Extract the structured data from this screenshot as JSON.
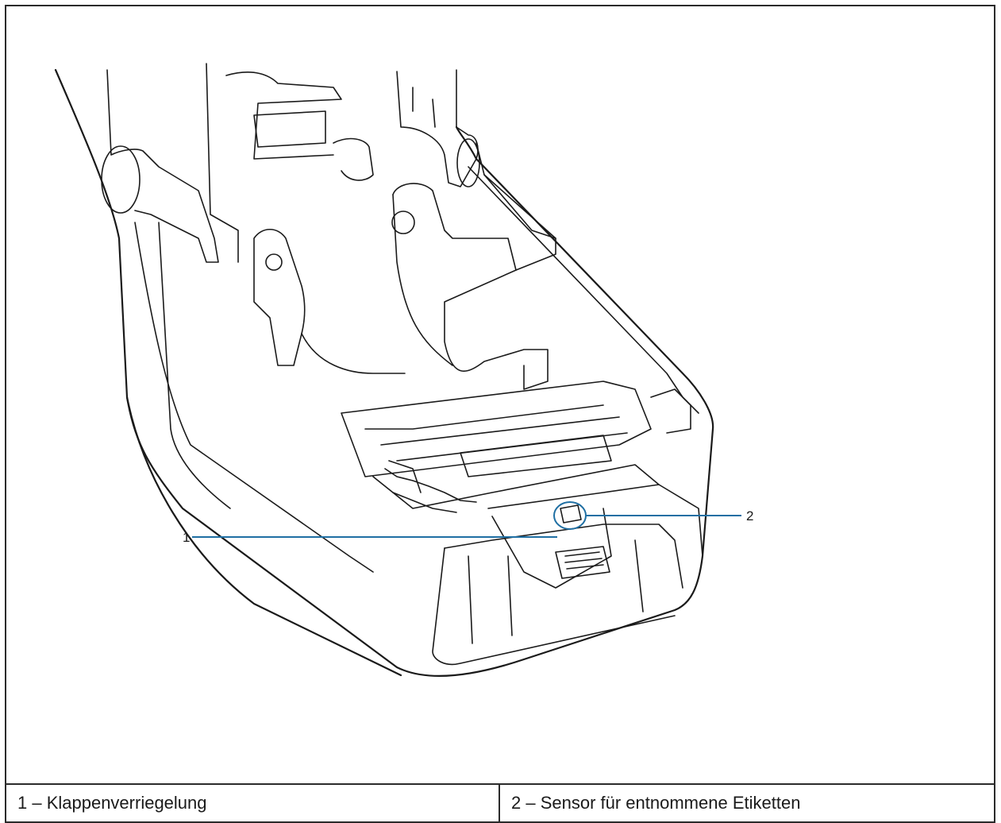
{
  "callouts": [
    {
      "number": "1",
      "text": "1 – Klappenverriegelung"
    },
    {
      "number": "2",
      "text": "2 – Sensor für entnommene Etiketten"
    }
  ],
  "colors": {
    "outline": "#1a1a1a",
    "callout_line": "#1f6fa3",
    "frame": "#2b2b2b"
  },
  "icons": [
    "printer-illustration"
  ]
}
